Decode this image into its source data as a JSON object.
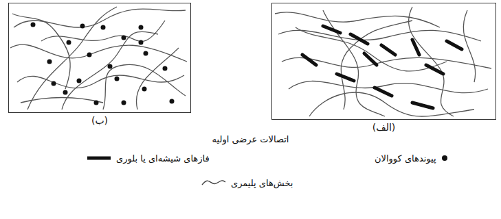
{
  "diagram": {
    "caption": "اتصالات عرضی اولیه",
    "nodes": [
      {
        "text": [
          "(الف)"
        ]
      },
      {
        "text": [
          "(ب)"
        ]
      }
    ],
    "legend": [
      {
        "text": "پیوندهای کووالان"
      },
      {
        "text": "فازهای شیشه‌ای یا بلوری"
      },
      {
        "text": "بخش‌های پلیمری"
      }
    ]
  }
}
